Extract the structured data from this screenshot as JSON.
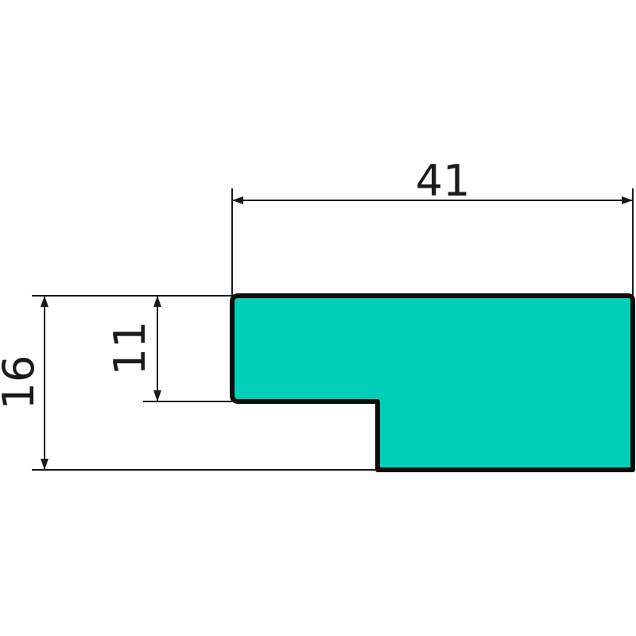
{
  "dimensions": {
    "width_label": "41",
    "total_height_label": "16",
    "step_height_label": "11"
  },
  "colors": {
    "profile_fill": "#00cfb7",
    "outline": "#0d0d0d",
    "dimension_line": "#1a1a1a"
  }
}
